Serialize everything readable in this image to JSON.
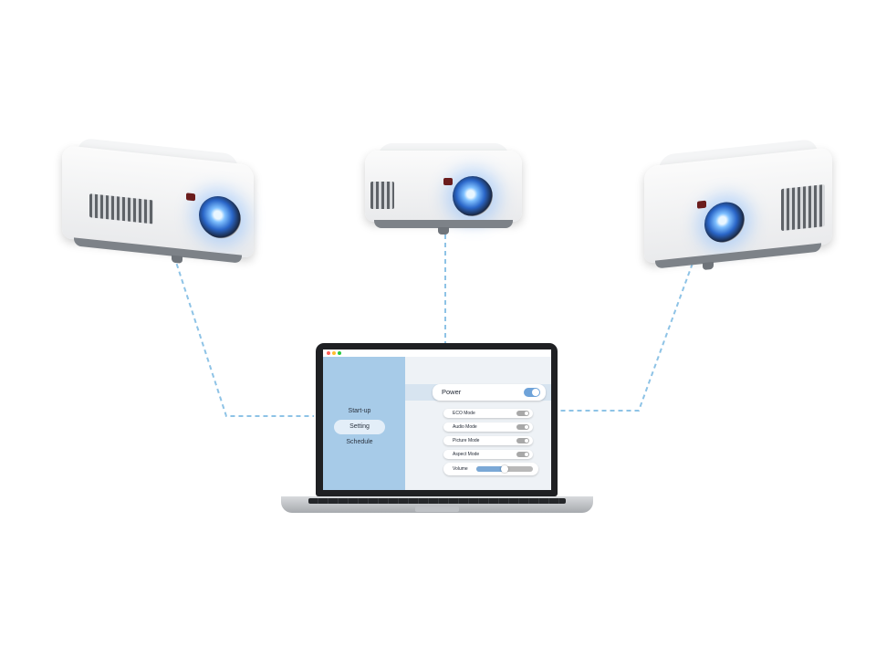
{
  "sidebar": {
    "items": [
      {
        "label": "Start-up",
        "active": false
      },
      {
        "label": "Setting",
        "active": true
      },
      {
        "label": "Schedule",
        "active": false
      }
    ]
  },
  "settings": {
    "power": {
      "label": "Power",
      "on": true
    },
    "toggles": [
      {
        "label": "ECO Mode",
        "on": false
      },
      {
        "label": "Audio Mode",
        "on": false
      },
      {
        "label": "Picture Mode",
        "on": false
      },
      {
        "label": "Aspect Mode",
        "on": false
      }
    ],
    "volume": {
      "label": "Volume",
      "value_fraction": 0.5
    }
  },
  "window": {
    "traffic_lights": [
      "#ff5f57",
      "#febc2e",
      "#28c840"
    ]
  },
  "colors": {
    "connector_line": "#8ec3e6",
    "sidebar_bg": "#a7cbe8",
    "toggle_on": "#6fa3d9",
    "toggle_off": "#a8a8a8",
    "lens_glow": "#4a8fe8"
  },
  "icons": [
    "projector-left-icon",
    "projector-center-icon",
    "projector-right-icon",
    "laptop-icon"
  ]
}
